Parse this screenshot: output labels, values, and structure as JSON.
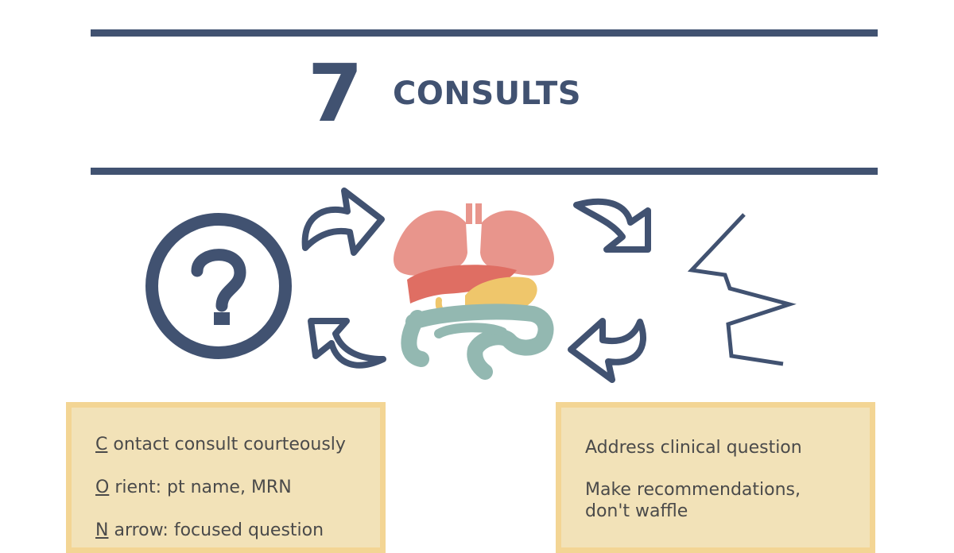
{
  "header": {
    "number": "7",
    "title": "CONSULTS"
  },
  "colors": {
    "navy": "#415271",
    "card_fill": "#f2e2b8",
    "card_border": "#f3d594",
    "lungs": "#e8958c",
    "liver": "#df6e63",
    "stomach": "#efc66b",
    "intestine": "#93b8b1"
  },
  "icons": [
    "question-circle-icon",
    "curved-arrow-icon",
    "organs-icon",
    "zigzag-icon"
  ],
  "left_card": {
    "items": [
      {
        "initial": "C",
        "text": " ontact consult courteously"
      },
      {
        "initial": "O",
        "text": " rient: pt name, MRN"
      },
      {
        "initial": "N",
        "text": " arrow: focused question"
      }
    ]
  },
  "right_card": {
    "items": [
      {
        "text": "Address clinical question"
      },
      {
        "text": "Make recommendations, don't waffle"
      }
    ]
  }
}
